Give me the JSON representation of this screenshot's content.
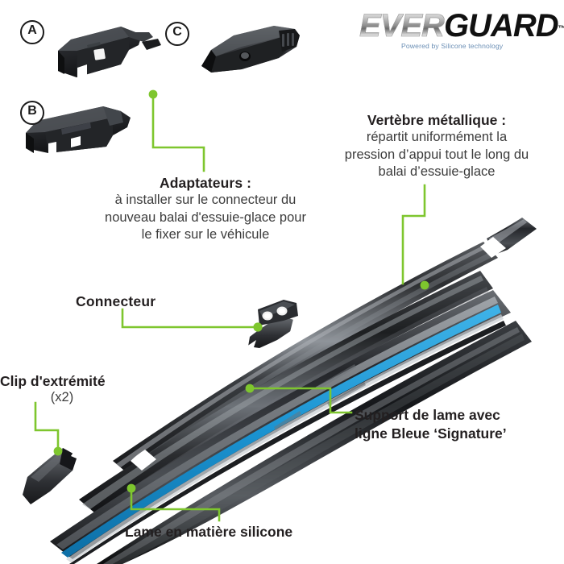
{
  "brand": {
    "name_light": "EVER",
    "name_dark": "GUARD",
    "trademark": "™",
    "tagline": "Powered by Silicone technology",
    "tagline_color": "#6b8fb5"
  },
  "theme": {
    "accent_green": "#7ec62e",
    "signature_blue": "#1b93d1",
    "body_black": "#231f20",
    "subtext_gray": "#3c3c3c"
  },
  "parts": [
    {
      "badge": "A",
      "name": "adapter-part-a"
    },
    {
      "badge": "B",
      "name": "adapter-part-b"
    },
    {
      "badge": "C",
      "name": "adapter-part-c"
    }
  ],
  "callouts": [
    {
      "id": "adaptateurs",
      "title": "Adaptateurs :",
      "lines": [
        "à installer sur le connecteur du",
        "nouveau balai d'essuie-glace pour",
        "le fixer sur le véhicule"
      ]
    },
    {
      "id": "vertebre",
      "title": "Vertèbre métallique :",
      "lines": [
        "répartit uniformément la",
        "pression d’appui tout le long du",
        "balai d’essuie-glace"
      ]
    },
    {
      "id": "connecteur",
      "title": "Connecteur",
      "lines": []
    },
    {
      "id": "clip",
      "title": "Clip d'extrémité",
      "lines": [
        "(x2)"
      ]
    },
    {
      "id": "support",
      "title_line1": "Support de lame avec",
      "title_line2": "ligne Bleue ‘Signature’",
      "lines": []
    },
    {
      "id": "lame",
      "title": "Lame en matière silicone",
      "lines": []
    }
  ],
  "diagram": {
    "name": "exploded-wiper-blade-diagram",
    "strips": [
      {
        "name": "metal-vertebra-strip"
      },
      {
        "name": "blade-frame-strip"
      },
      {
        "name": "blade-holder-with-blue-signature-line"
      },
      {
        "name": "silicone-blade-strip"
      }
    ],
    "connector_piece": "connector-bracket",
    "end_clip_piece": "end-clip",
    "vertebra_tip_piece": "vertebra-end-tip"
  }
}
